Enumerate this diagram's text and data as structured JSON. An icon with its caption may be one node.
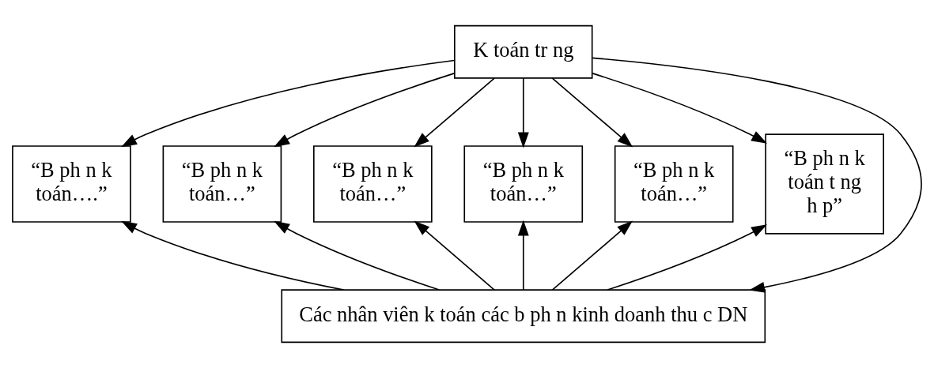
{
  "diagram": {
    "nodes": [
      {
        "text": [
          "K toán tr ng"
        ]
      },
      {
        "text": [
          "“B ph n k toán….”"
        ]
      },
      {
        "text": [
          "“B ph n k toán…”"
        ]
      },
      {
        "text": [
          "“B ph n k toán…”"
        ]
      },
      {
        "text": [
          "“B ph n k toán…”"
        ]
      },
      {
        "text": [
          "“B ph n k toán…”"
        ]
      },
      {
        "text": [
          "“B ph n k toán t ng h p”"
        ]
      },
      {
        "text": [
          "Các nhân viên k toán các b ph n kinh doanh thu c DN"
        ]
      }
    ],
    "edges": [
      {
        "from": 0,
        "to": 1,
        "arrow": "to"
      },
      {
        "from": 0,
        "to": 2,
        "arrow": "to"
      },
      {
        "from": 0,
        "to": 3,
        "arrow": "to"
      },
      {
        "from": 0,
        "to": 4,
        "arrow": "to"
      },
      {
        "from": 0,
        "to": 5,
        "arrow": "to"
      },
      {
        "from": 0,
        "to": 6,
        "arrow": "to"
      },
      {
        "from": 0,
        "to": 7,
        "arrow": "to"
      },
      {
        "from": 7,
        "to": 1,
        "arrow": "to"
      },
      {
        "from": 7,
        "to": 2,
        "arrow": "to"
      },
      {
        "from": 7,
        "to": 3,
        "arrow": "to"
      },
      {
        "from": 7,
        "to": 4,
        "arrow": "to"
      },
      {
        "from": 7,
        "to": 5,
        "arrow": "to"
      },
      {
        "from": 7,
        "to": 6,
        "arrow": "to"
      }
    ]
  }
}
